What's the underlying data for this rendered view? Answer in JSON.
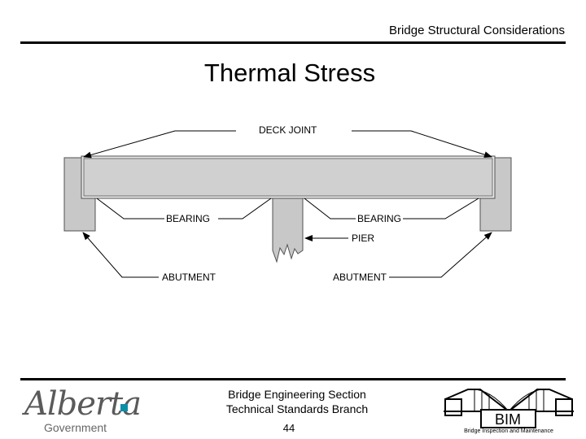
{
  "header": {
    "title": "Bridge Structural Considerations"
  },
  "slide": {
    "title": "Thermal Stress"
  },
  "diagram": {
    "labels": {
      "deck_joint": "DECK JOINT",
      "bearing_left": "BEARING",
      "bearing_right": "BEARING",
      "pier": "PIER",
      "abutment_left": "ABUTMENT",
      "abutment_right": "ABUTMENT"
    }
  },
  "footer": {
    "line1": "Bridge Engineering Section",
    "line2": "Technical Standards Branch",
    "page": "44"
  },
  "logo": {
    "alberta_word": "Alberta",
    "government": "Government",
    "brand_color": "#0e8fa8"
  },
  "bim": {
    "abbr": "BIM",
    "caption": "Bridge Inspection and Maintenance"
  },
  "colors": {
    "concrete": "#c8c8c8",
    "deck": "#d2d2d2",
    "outline": "#505050"
  }
}
